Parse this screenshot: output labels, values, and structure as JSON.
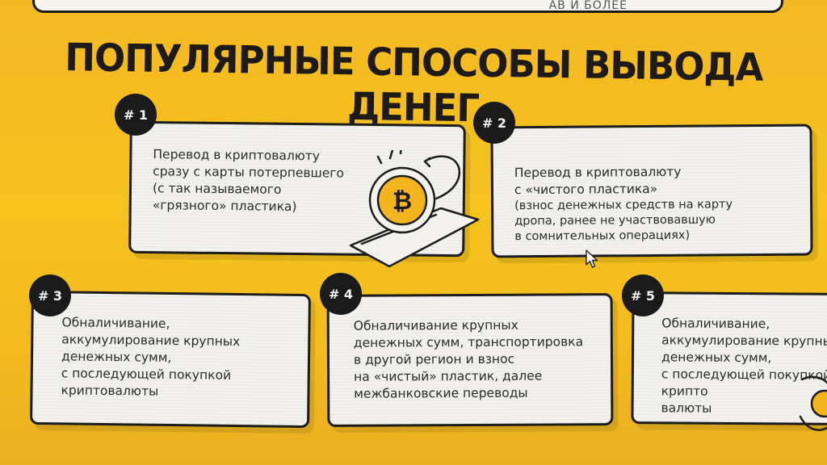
{
  "header": {
    "top_strip_text": "АВ И БОЛЕЕ"
  },
  "title": "ПОПУЛЯРНЫЕ СПОСОБЫ ВЫВОДА ДЕНЕГ",
  "cards": [
    {
      "badge": "# 1",
      "text": "Перевод в криптовалюту\nсразу с карты потерпевшего\n(с так называемого\n«грязного» пластика)",
      "icon": "bitcoin-card-icon"
    },
    {
      "badge": "# 2",
      "text": "Перевод в криптовалюту\nс «чистого пластика»",
      "note": "(взнос денежных средств на карту\nдропа, ранее не участвовавшую\nв сомнительных операциях)"
    },
    {
      "badge": "# 3",
      "text": "Обналичивание,\nаккумулирование крупных\nденежных сумм,\nс последующей покупкой\nкриптовалюты"
    },
    {
      "badge": "# 4",
      "text": "Обналичивание крупных\nденежных сумм, транспортировка\nв другой регион и взнос\nна «чистый» пластик, далее\nмежбанковские переводы"
    },
    {
      "badge": "# 5",
      "text": "Обналичивание,\nаккумулирование крупных\nденежных сумм,\nс последующей покупкой крипто\nвалюты"
    }
  ],
  "colors": {
    "background": "#f5c21e",
    "card": "#f3f2ef",
    "outline": "#1c1c1c",
    "badge": "#1a1a1a",
    "coin": "#f2b51d"
  }
}
